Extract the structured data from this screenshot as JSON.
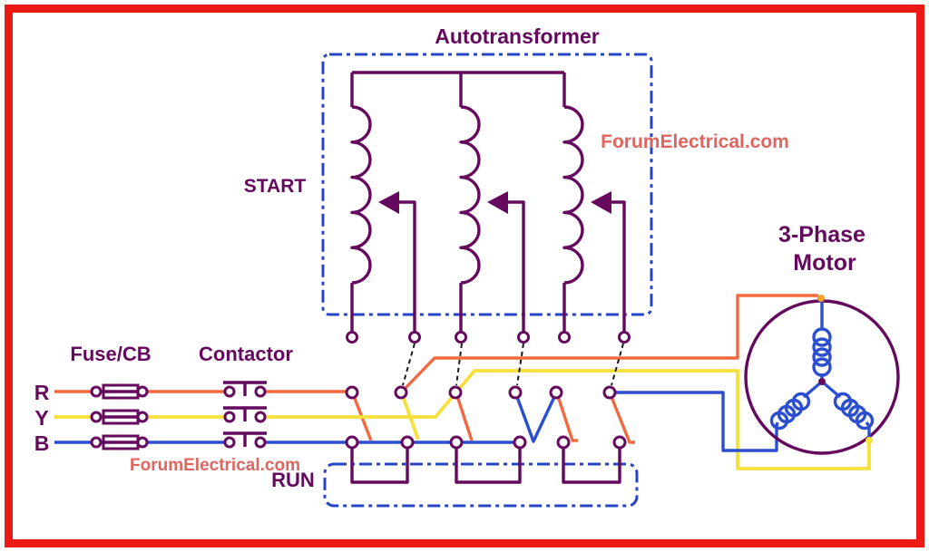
{
  "colors": {
    "frame_red": "#ec1a16",
    "purple": "#65095e",
    "orange": "#f2693f",
    "yellow": "#f8e03a",
    "blue": "#2b4fd0",
    "dash_blue": "#2744c4",
    "salmon": "#e0655e",
    "junction_orange": "#f5a02d"
  },
  "autotransformer": {
    "title": "Autotransformer",
    "start_label": "START"
  },
  "supply": {
    "fuse_label": "Fuse/CB",
    "contactor_label": "Contactor",
    "phases": [
      {
        "name": "R",
        "color": "#f2693f"
      },
      {
        "name": "Y",
        "color": "#f8e03a"
      },
      {
        "name": "B",
        "color": "#2b4fd0"
      }
    ]
  },
  "run": {
    "label": "RUN"
  },
  "motor": {
    "label_line1": "3-Phase",
    "label_line2": "Motor"
  },
  "watermarks": {
    "top": "ForumElectrical.com",
    "bottom": "ForumElectrical.com"
  }
}
